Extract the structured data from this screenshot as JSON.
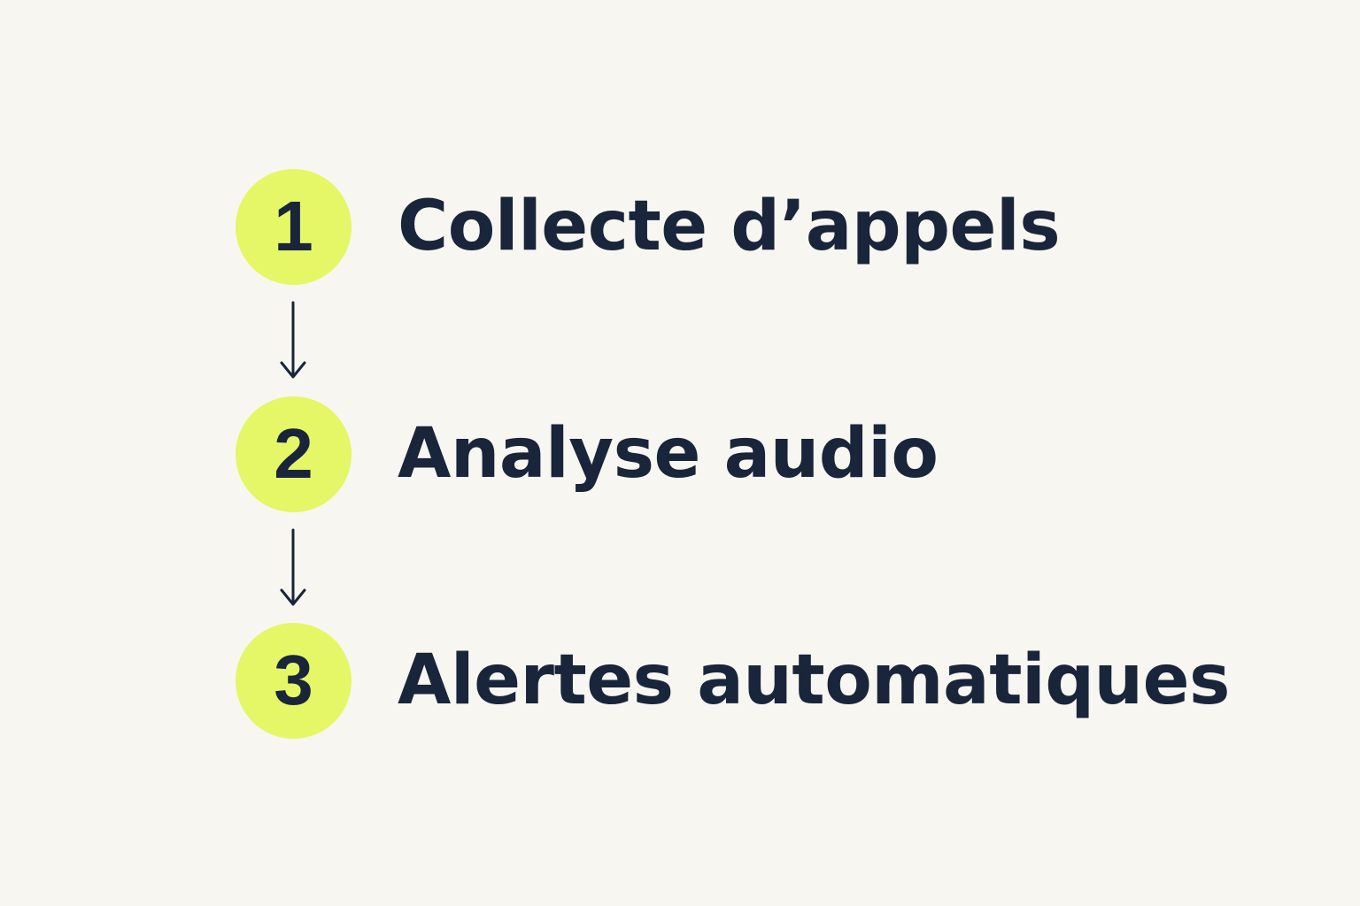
{
  "colors": {
    "background": "#f8f6f1",
    "badge_fill": "#e5f766",
    "text": "#18253a",
    "arrow": "#18253a"
  },
  "steps": [
    {
      "number": "1",
      "label": "Collecte d’appels"
    },
    {
      "number": "2",
      "label": "Analyse audio"
    },
    {
      "number": "3",
      "label": "Alertes automatiques"
    }
  ],
  "connectors": [
    {
      "from": "1",
      "to": "2",
      "icon": "down-arrow-icon"
    },
    {
      "from": "2",
      "to": "3",
      "icon": "down-arrow-icon"
    }
  ]
}
